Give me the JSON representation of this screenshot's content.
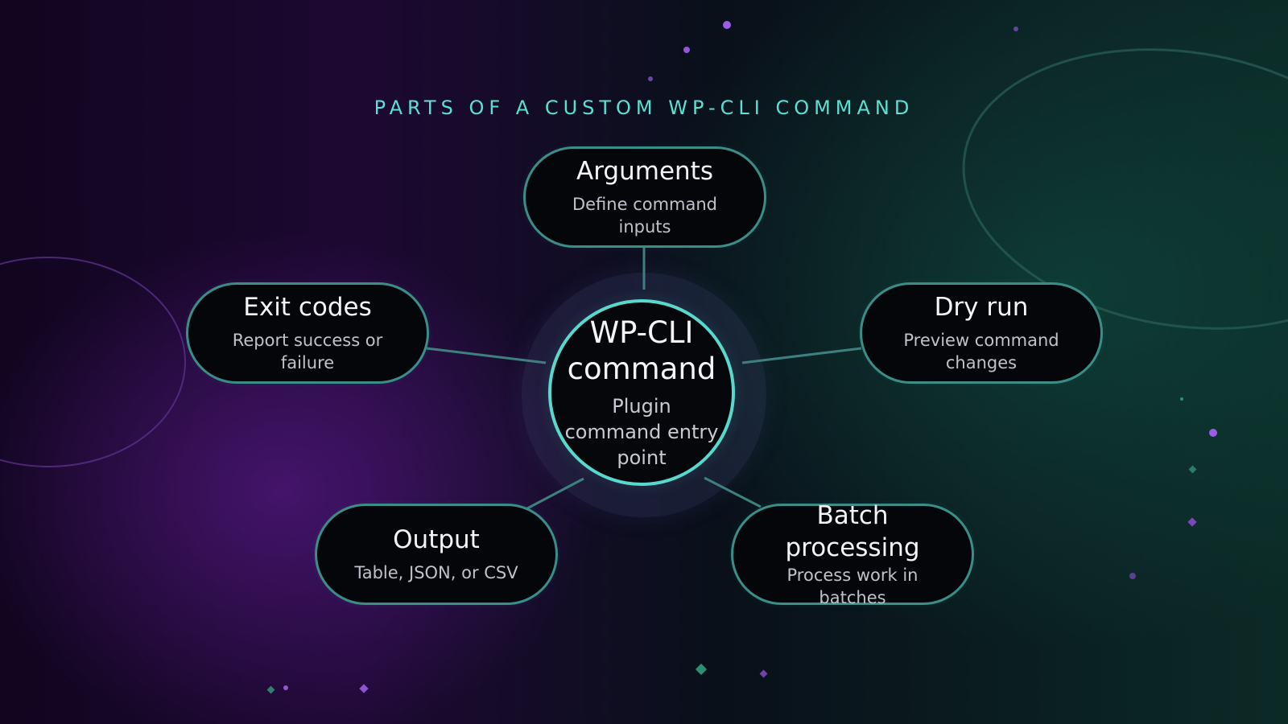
{
  "title": "PARTS OF A CUSTOM WP-CLI COMMAND",
  "center": {
    "title": "WP-CLI command",
    "description": "Plugin command entry point"
  },
  "nodes": {
    "arguments": {
      "title": "Arguments",
      "description": "Define command inputs"
    },
    "exit_codes": {
      "title": "Exit codes",
      "description": "Report success or failure"
    },
    "dry_run": {
      "title": "Dry run",
      "description": "Preview command changes"
    },
    "output": {
      "title": "Output",
      "description": "Table, JSON, or CSV"
    },
    "batch_processing": {
      "title": "Batch processing",
      "description": "Process work in batches"
    }
  },
  "colors": {
    "accent": "#59d9cd",
    "node_border": "#3b8d88",
    "purple_dot": "#9b5de5",
    "green_marker": "#2e8f7d"
  }
}
